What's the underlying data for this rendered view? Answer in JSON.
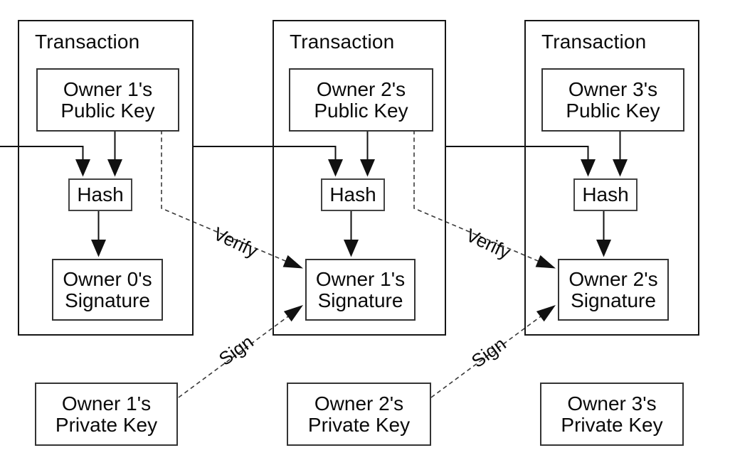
{
  "transactions": [
    {
      "title": "Transaction",
      "public_key": {
        "line1": "Owner 1's",
        "line2": "Public Key"
      },
      "hash": "Hash",
      "signature": {
        "line1": "Owner 0's",
        "line2": "Signature"
      }
    },
    {
      "title": "Transaction",
      "public_key": {
        "line1": "Owner 2's",
        "line2": "Public Key"
      },
      "hash": "Hash",
      "signature": {
        "line1": "Owner 1's",
        "line2": "Signature"
      }
    },
    {
      "title": "Transaction",
      "public_key": {
        "line1": "Owner 3's",
        "line2": "Public Key"
      },
      "hash": "Hash",
      "signature": {
        "line1": "Owner 2's",
        "line2": "Signature"
      }
    }
  ],
  "private_keys": [
    {
      "line1": "Owner 1's",
      "line2": "Private Key"
    },
    {
      "line1": "Owner 2's",
      "line2": "Private Key"
    },
    {
      "line1": "Owner 3's",
      "line2": "Private Key"
    }
  ],
  "edge_labels": {
    "verify_1": "Verify",
    "verify_2": "Verify",
    "sign_1": "Sign",
    "sign_2": "Sign"
  },
  "colors": {
    "background": "#ffffff",
    "solid_line": "#111111",
    "dashed_line": "#3a3a3a",
    "box_border": "#343434",
    "text": "#0a0a0a"
  }
}
